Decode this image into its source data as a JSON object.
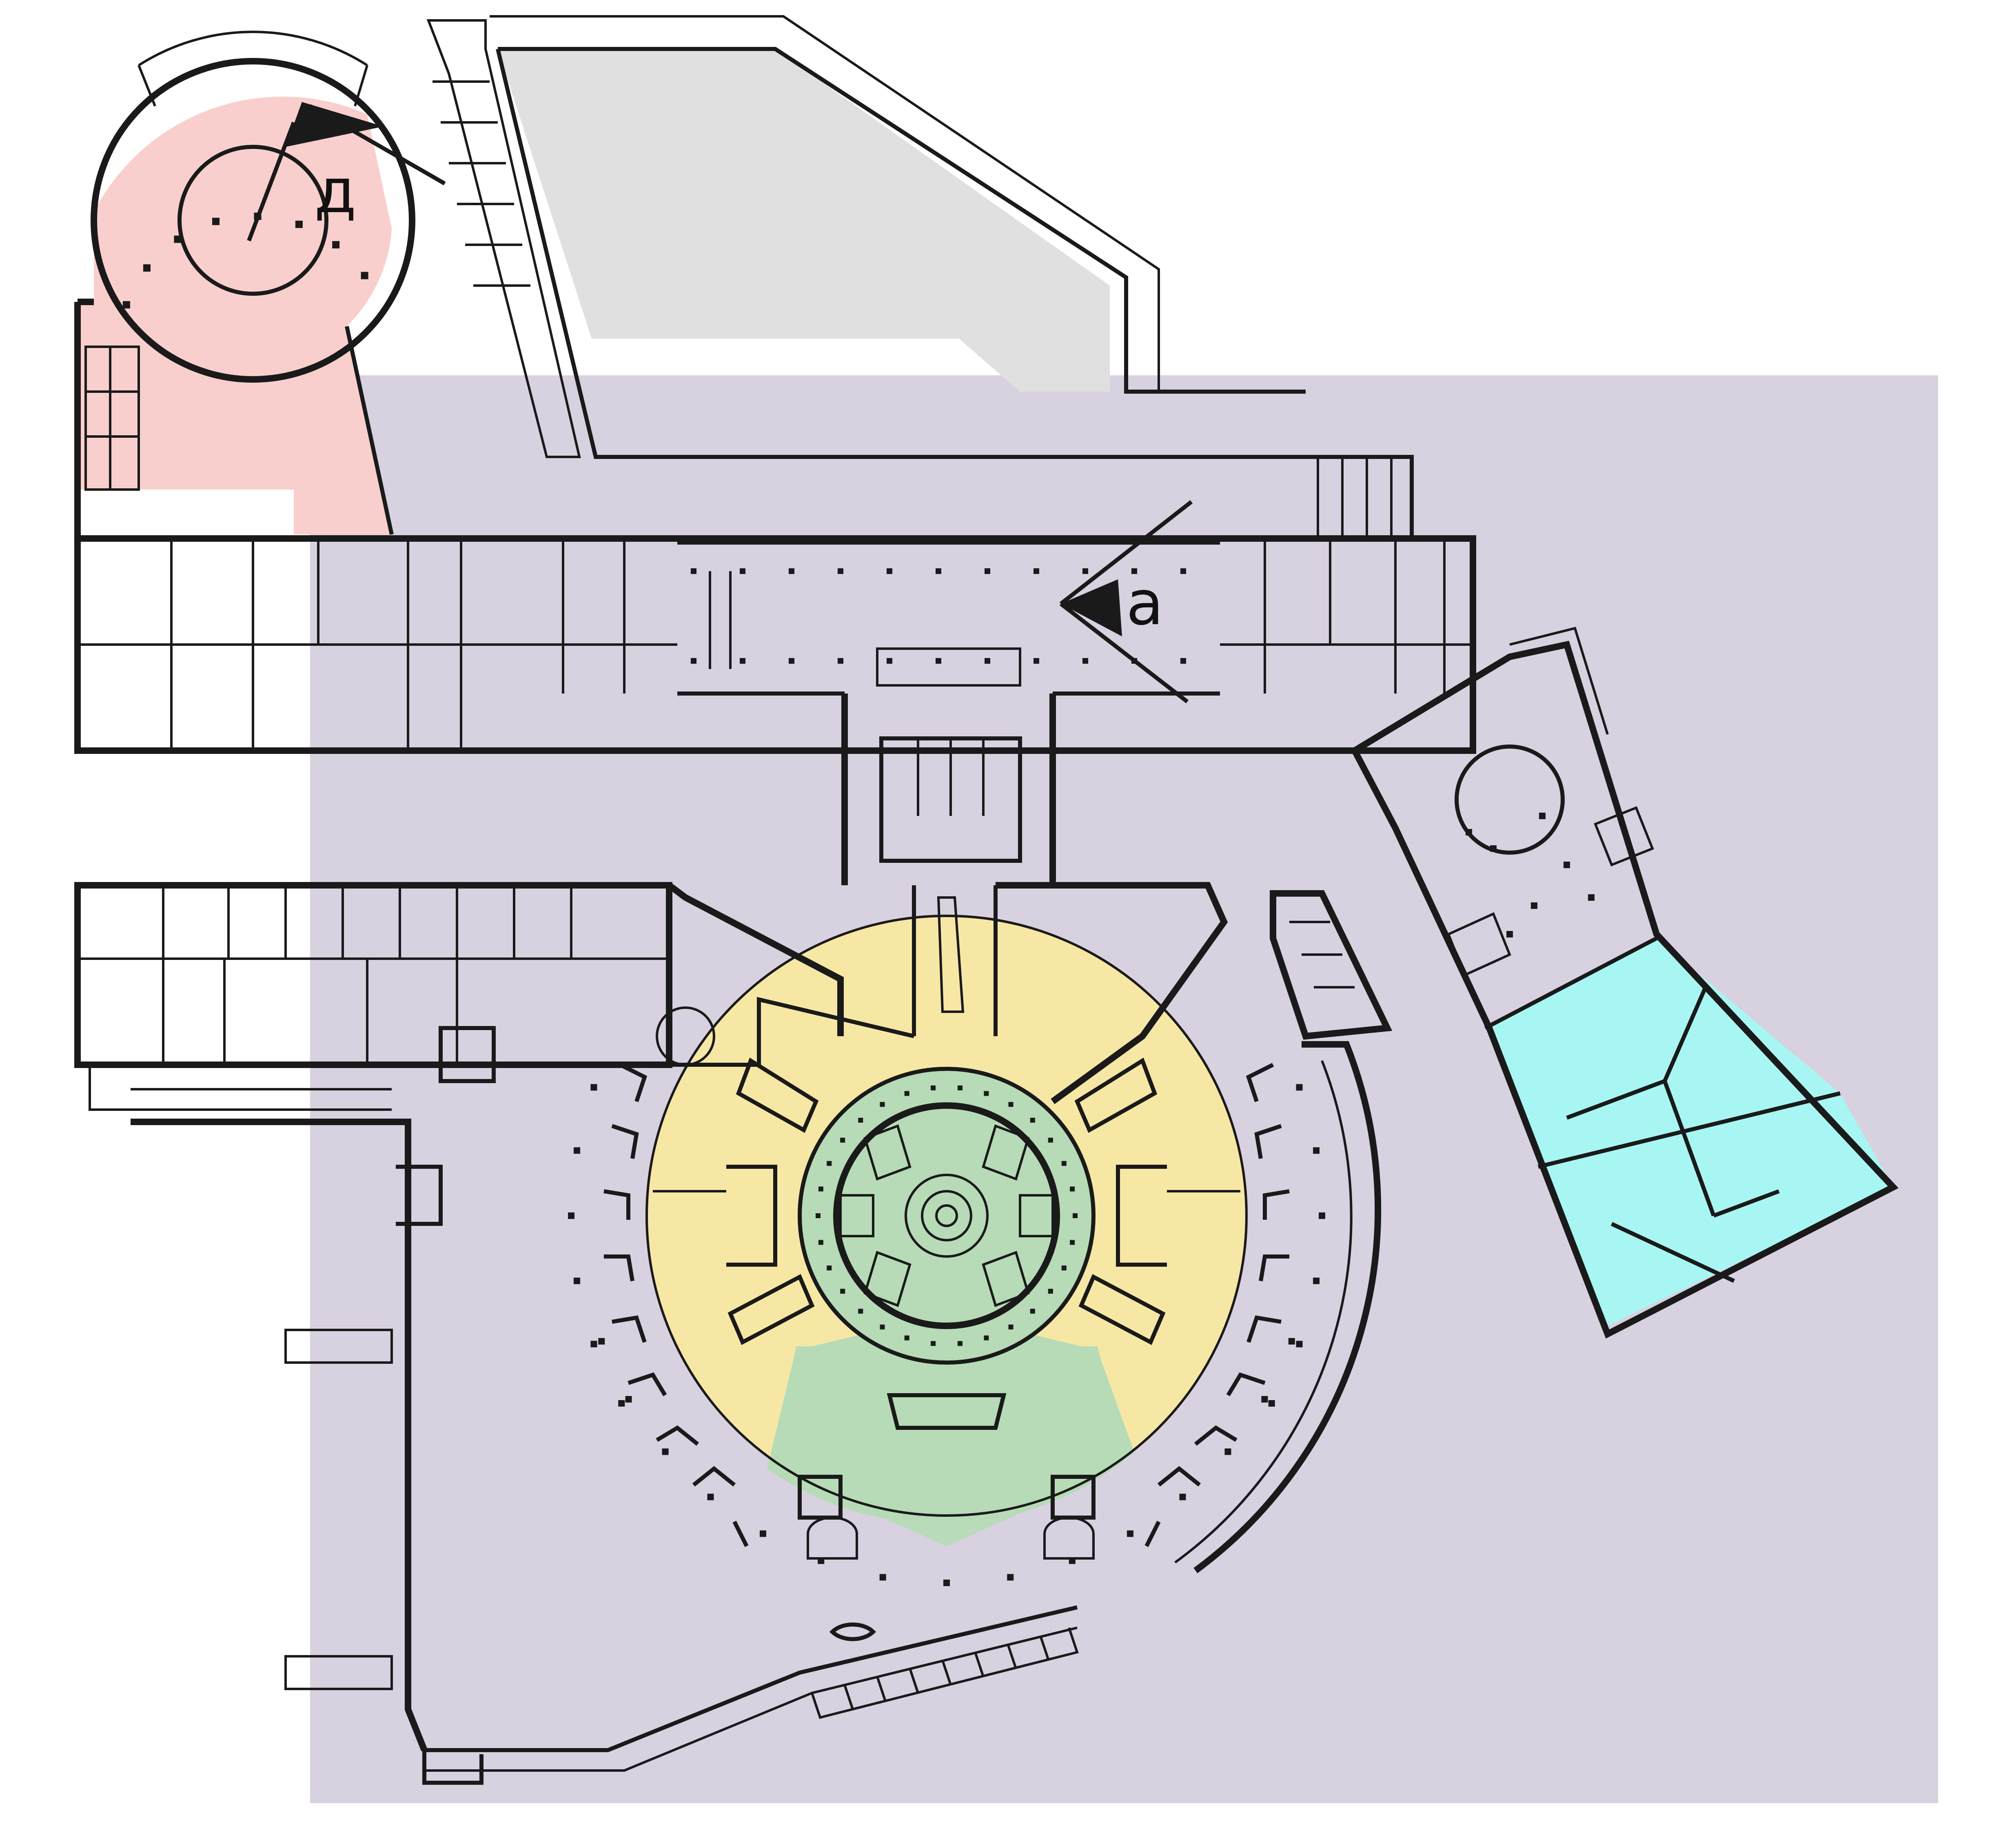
{
  "plan": {
    "zones": [
      {
        "id": "north-rotunda",
        "color": "#f8cfcc"
      },
      {
        "id": "central-axis-hall",
        "color": "#d8d1e0"
      },
      {
        "id": "east-lobby",
        "color": "#d8d1e0"
      },
      {
        "id": "east-wing",
        "color": "#a8f6f3"
      },
      {
        "id": "ring-gallery",
        "color": "#f7e7a5"
      },
      {
        "id": "round-hall",
        "color": "#b6dbb6"
      },
      {
        "id": "south-foyer",
        "color": "#d8d1e0"
      },
      {
        "id": "lawn-background",
        "color": "#f2f9fb"
      },
      {
        "id": "courtyard-pool",
        "color": "#e0e0e0"
      }
    ],
    "viewpoints": [
      {
        "id": "viewpoint-d",
        "label": "д"
      },
      {
        "id": "viewpoint-a",
        "label": "а"
      }
    ]
  }
}
